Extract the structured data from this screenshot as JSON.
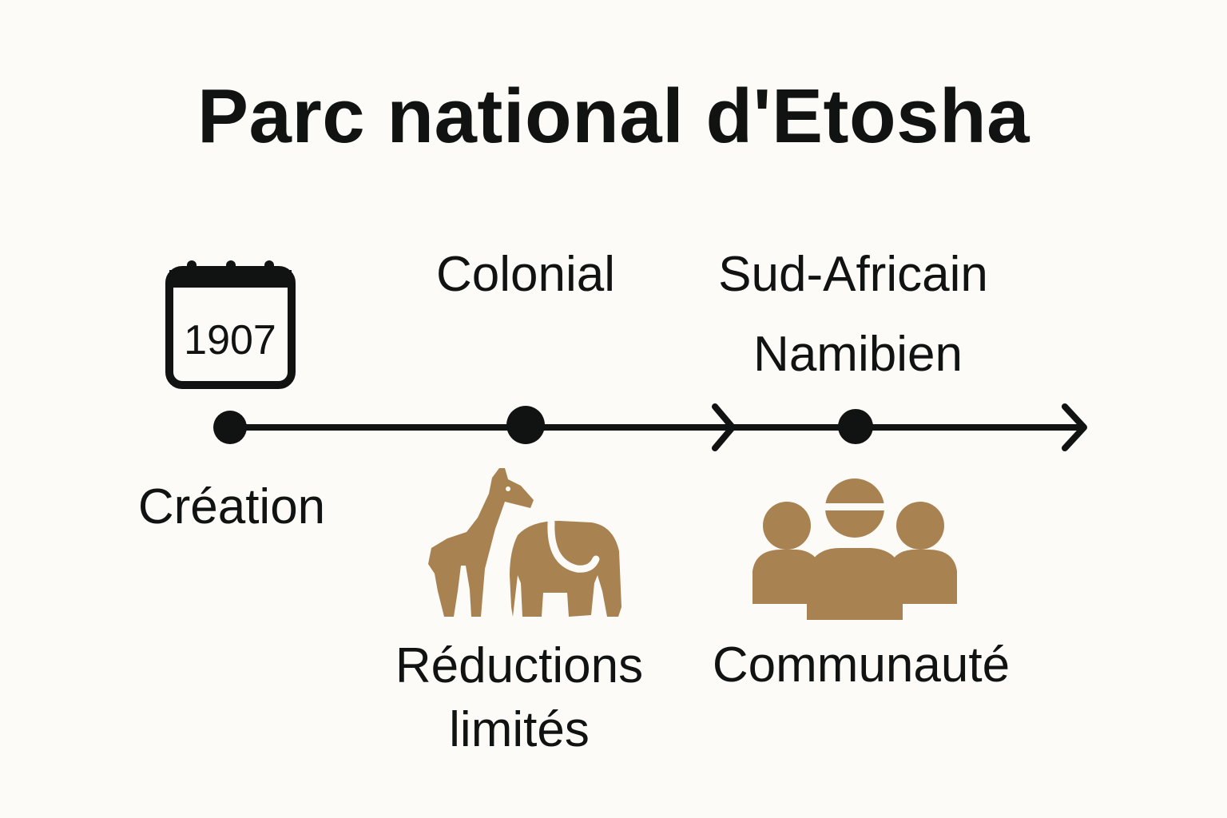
{
  "title": "Parc national d'Etosha",
  "calendar": {
    "year": "1907",
    "icon": "calendar-icon"
  },
  "timeline": {
    "events": [
      {
        "label": "Création"
      },
      {
        "label": "Colonial",
        "icon": "wildlife-icon",
        "note": "Réductions limités"
      },
      {
        "label": "Sud-Africain"
      },
      {
        "label": "Namibien",
        "icon": "community-icon",
        "note": "Communauté"
      }
    ]
  },
  "colors": {
    "background": "#fcfbf7",
    "ink": "#111312",
    "accent": "#a88250"
  }
}
